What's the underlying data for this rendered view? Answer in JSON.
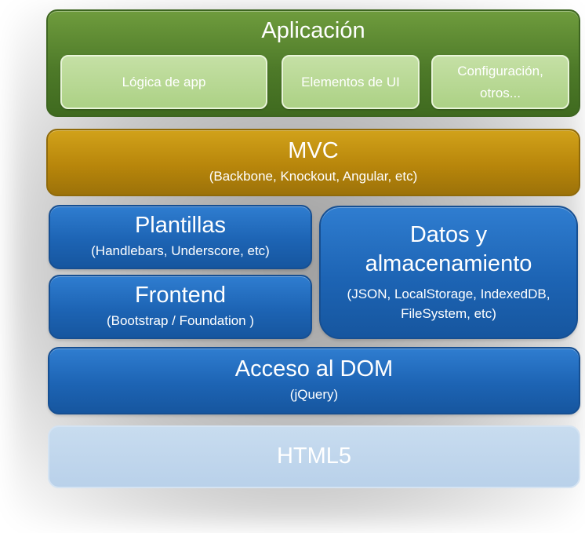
{
  "aplicacion": {
    "title": "Aplicación",
    "items": [
      "Lógica de app",
      "Elementos de UI",
      "Configuración, otros..."
    ]
  },
  "mvc": {
    "title": "MVC",
    "subtitle": "(Backbone, Knockout, Angular, etc)"
  },
  "plantillas": {
    "title": "Plantillas",
    "subtitle": "(Handlebars, Underscore, etc)"
  },
  "frontend": {
    "title": "Frontend",
    "subtitle": "(Bootstrap / Foundation )"
  },
  "datos": {
    "title": "Datos y almacenamiento",
    "subtitle": "(JSON, LocalStorage, IndexedDB, FileSystem, etc)"
  },
  "dom": {
    "title": "Acceso al DOM",
    "subtitle": "(jQuery)"
  },
  "html5": {
    "title": "HTML5"
  }
}
